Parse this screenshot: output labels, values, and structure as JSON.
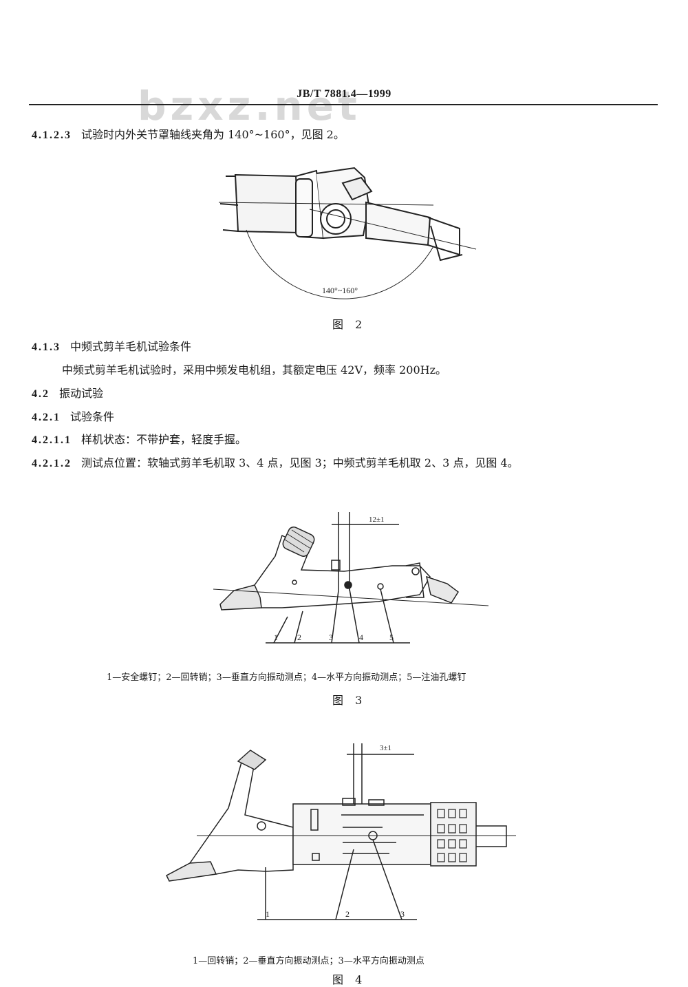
{
  "header": {
    "title": "JB/T 7881.4—1999",
    "watermark": "bzxz.net"
  },
  "sections": [
    {
      "num": "4.1.2.3",
      "text": "试验时内外关节罩轴线夹角为 140°~160°，见图 2。"
    },
    {
      "num": "4.1.3",
      "text": "中频式剪羊毛机试验条件"
    },
    {
      "num": "",
      "text": "中频式剪羊毛机试验时，采用中频发电机组，其额定电压 42V，频率 200Hz。"
    },
    {
      "num": "4.2",
      "text": "振动试验"
    },
    {
      "num": "4.2.1",
      "text": "试验条件"
    },
    {
      "num": "4.2.1.1",
      "text": "样机状态：不带护套，轻度手握。"
    },
    {
      "num": "4.2.1.2",
      "text": "测试点位置：软轴式剪羊毛机取 3、4 点，见图 3；中频式剪羊毛机取 2、3 点，见图 4。"
    }
  ],
  "figure2": {
    "caption": "图 2",
    "angle_label": "140°~160°"
  },
  "figure3": {
    "caption": "图 3",
    "dimension": "12±1",
    "labels": [
      "1",
      "2",
      "3",
      "4",
      "5"
    ],
    "legend": "1—安全螺钉；2—回转销；3—垂直方向振动测点；4—水平方向振动测点；5—注油孔螺钉"
  },
  "figure4": {
    "caption": "图 4",
    "dimension": "3±1",
    "labels": [
      "1",
      "2",
      "3"
    ],
    "legend": "1—回转销；2—垂直方向振动测点；3—水平方向振动测点"
  }
}
